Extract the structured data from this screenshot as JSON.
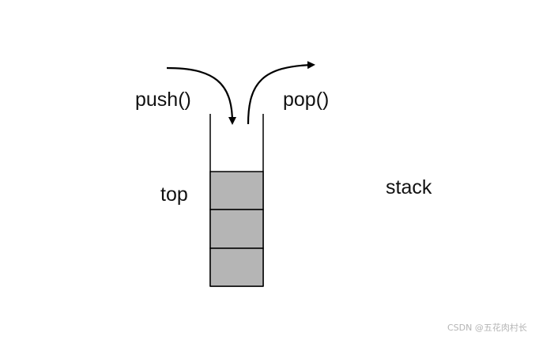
{
  "labels": {
    "push": "push()",
    "pop": "pop()",
    "top": "top",
    "stack": "stack"
  },
  "watermark": "CSDN @五花肉村长",
  "stack": {
    "filled_cells": 3,
    "cell_fill": "#b5b5b5",
    "stroke_color": "#000000"
  },
  "arrows": [
    {
      "name": "push-arrow",
      "direction": "in"
    },
    {
      "name": "pop-arrow",
      "direction": "out"
    }
  ]
}
